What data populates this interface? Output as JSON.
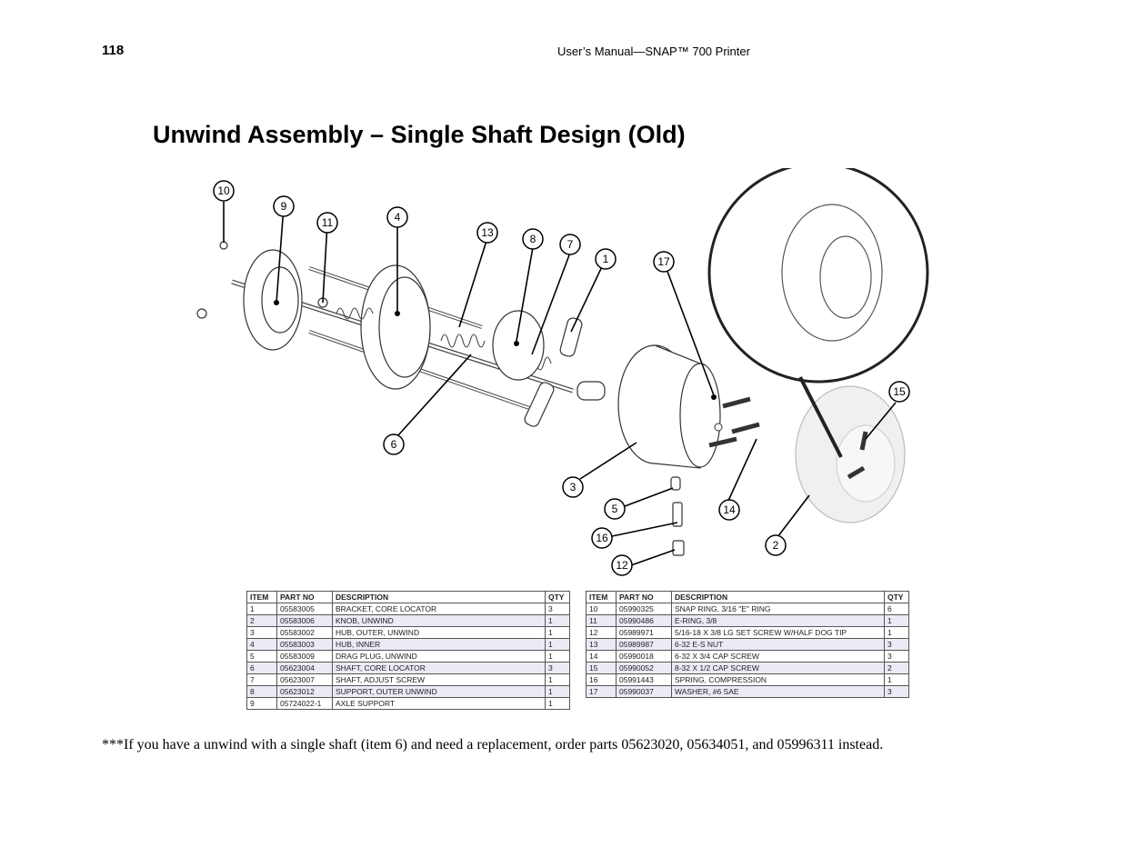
{
  "page": {
    "number": "118",
    "header": "User’s Manual—SNAP™ 700 Printer",
    "title": "Unwind Assembly – Single Shaft Design (Old)"
  },
  "diagram": {
    "callouts": [
      "10",
      "9",
      "11",
      "4",
      "13",
      "8",
      "7",
      "1",
      "17",
      "6",
      "3",
      "5",
      "16",
      "12",
      "14",
      "2",
      "15"
    ]
  },
  "tables": {
    "headers": [
      "ITEM",
      "PART NO",
      "DESCRIPTION",
      "QTY"
    ],
    "left": [
      {
        "item": "1",
        "part": "05583005",
        "desc": "BRACKET, CORE LOCATOR",
        "qty": "3"
      },
      {
        "item": "2",
        "part": "05583006",
        "desc": "KNOB, UNWIND",
        "qty": "1"
      },
      {
        "item": "3",
        "part": "05583002",
        "desc": "HUB, OUTER, UNWIND",
        "qty": "1"
      },
      {
        "item": "4",
        "part": "05583003",
        "desc": "HUB, INNER",
        "qty": "1"
      },
      {
        "item": "5",
        "part": "05583009",
        "desc": "DRAG PLUG, UNWIND",
        "qty": "1"
      },
      {
        "item": "6",
        "part": "05623004",
        "desc": "SHAFT, CORE LOCATOR",
        "qty": "3"
      },
      {
        "item": "7",
        "part": "05623007",
        "desc": "SHAFT, ADJUST SCREW",
        "qty": "1"
      },
      {
        "item": "8",
        "part": "05623012",
        "desc": "SUPPORT, OUTER UNWIND",
        "qty": "1"
      },
      {
        "item": "9",
        "part": "05724022-1",
        "desc": "AXLE SUPPORT",
        "qty": "1"
      }
    ],
    "right": [
      {
        "item": "10",
        "part": "05990325",
        "desc": "SNAP RING, 3/16 \"E\" RING",
        "qty": "6"
      },
      {
        "item": "11",
        "part": "05990486",
        "desc": "E-RING, 3/8",
        "qty": "1"
      },
      {
        "item": "12",
        "part": "05989971",
        "desc": "5/16-18 X 3/8 LG SET SCREW W/HALF DOG TIP",
        "qty": "1"
      },
      {
        "item": "13",
        "part": "05989987",
        "desc": "6-32 E-S NUT",
        "qty": "3"
      },
      {
        "item": "14",
        "part": "05990018",
        "desc": "6-32 X 3/4 CAP SCREW",
        "qty": "3"
      },
      {
        "item": "15",
        "part": "05990052",
        "desc": "8-32 X 1/2 CAP SCREW",
        "qty": "2"
      },
      {
        "item": "16",
        "part": "05991443",
        "desc": "SPRING, COMPRESSION",
        "qty": "1"
      },
      {
        "item": "17",
        "part": "05990037",
        "desc": "WASHER, #6 SAE",
        "qty": "3"
      }
    ]
  },
  "note": "***If you have a unwind with a single shaft (item 6) and need a replacement, order parts 05623020, 05634051, and 05996311 instead."
}
